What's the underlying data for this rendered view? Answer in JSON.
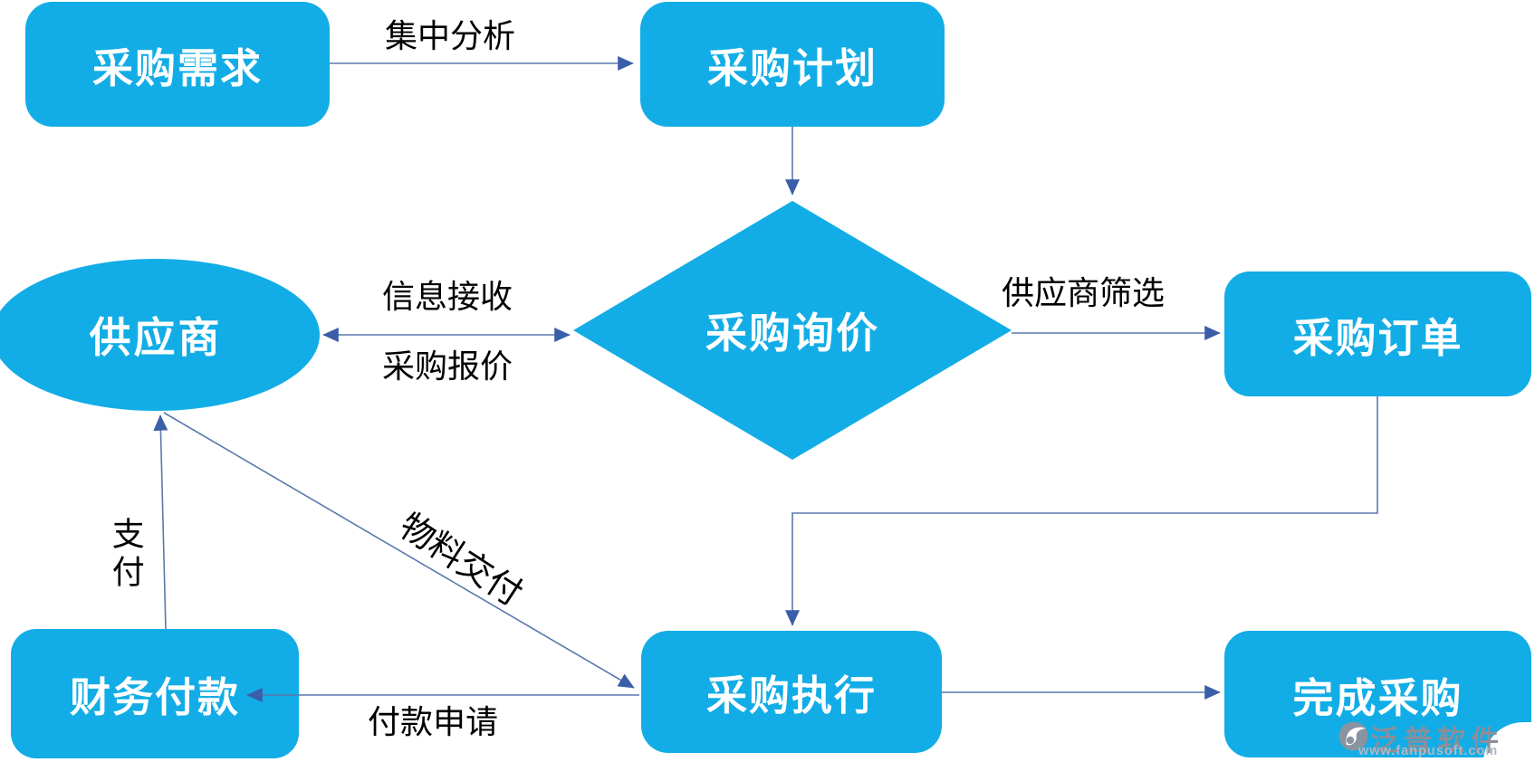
{
  "diagram": {
    "colors": {
      "node_fill": "#12ade6",
      "node_text": "#ffffff",
      "connector": "#5b79ad",
      "arrowhead": "#3b5ea8",
      "edge_label_text": "#000000",
      "watermark_text": "#8a8f9a",
      "watermark_url_text": "#aeb8c6"
    },
    "nodes": {
      "demand": {
        "label": "采购需求",
        "shape": "rounded-rect"
      },
      "plan": {
        "label": "采购计划",
        "shape": "rounded-rect"
      },
      "inquiry": {
        "label": "采购询价",
        "shape": "diamond"
      },
      "supplier": {
        "label": "供应商",
        "shape": "ellipse"
      },
      "order": {
        "label": "采购订单",
        "shape": "rounded-rect"
      },
      "payment": {
        "label": "财务付款",
        "shape": "rounded-rect"
      },
      "execution": {
        "label": "采购执行",
        "shape": "rounded-rect"
      },
      "complete": {
        "label": "完成采购",
        "shape": "rounded-rect"
      }
    },
    "edge_labels": {
      "centralized_analysis": "集中分析",
      "info_receive": "信息接收",
      "purchase_quote": "采购报价",
      "supplier_screening": "供应商筛选",
      "material_delivery": "物料交付",
      "pay": "支付",
      "payment_request": "付款申请"
    },
    "edges": [
      {
        "from": "demand",
        "to": "plan",
        "label": "集中分析"
      },
      {
        "from": "plan",
        "to": "inquiry",
        "label": ""
      },
      {
        "from": "supplier",
        "to": "inquiry",
        "label": "信息接收 / 采购报价",
        "bidirectional": true
      },
      {
        "from": "inquiry",
        "to": "order",
        "label": "供应商筛选"
      },
      {
        "from": "order",
        "to": "execution",
        "label": ""
      },
      {
        "from": "execution",
        "to": "complete",
        "label": ""
      },
      {
        "from": "execution",
        "to": "payment",
        "label": "付款申请"
      },
      {
        "from": "payment",
        "to": "supplier",
        "label": "支付"
      },
      {
        "from": "supplier",
        "to": "execution",
        "label": "物料交付"
      }
    ],
    "watermark": {
      "brand": "泛普软件",
      "url": "www.fanpusoft.com"
    }
  }
}
